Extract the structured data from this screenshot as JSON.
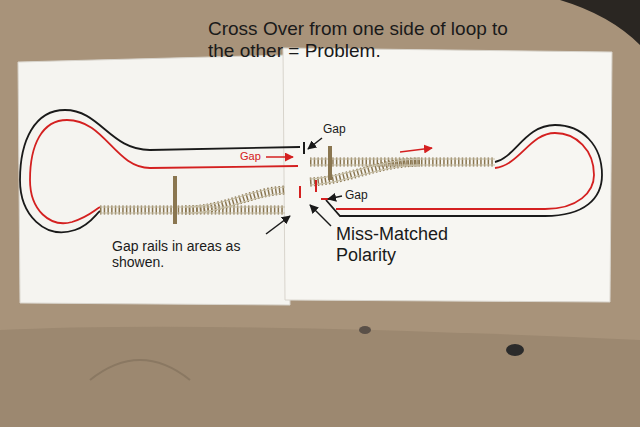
{
  "diagram": {
    "title": "Cross Over from one side of loop to the other = Problem.",
    "labels": [
      "Gap",
      "Gap",
      "Gap",
      "Gap rails in areas as showen.",
      "Miss-Matched Polarity"
    ]
  }
}
